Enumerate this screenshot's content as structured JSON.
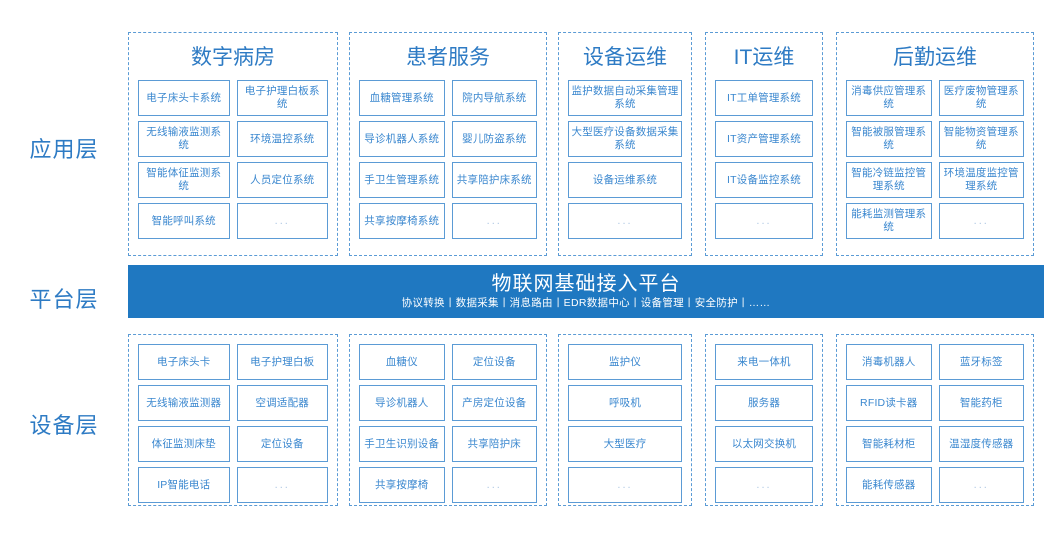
{
  "layers": {
    "application_label": "应用层",
    "platform_label": "平台层",
    "device_label": "设备层"
  },
  "platform": {
    "title": "物联网基础接入平台",
    "subtitle": "协议转换丨数据采集丨消息路由丨EDR数据中心丨设备管理丨安全防护丨……",
    "background_color": "#1F78C1",
    "text_color": "#FFFFFF"
  },
  "theme": {
    "accent": "#2E7BC4",
    "box_border": "#5B9BD5",
    "box_text": "#3A87CF",
    "dots_color": "#AFC8E3",
    "dots_text": "..."
  },
  "application_groups": [
    {
      "title": "数字病房",
      "columns": 2,
      "items": [
        "电子床头卡系统",
        "电子护理白板系统",
        "无线输液监测系统",
        "环境温控系统",
        "智能体征监测系统",
        "人员定位系统",
        "智能呼叫系统",
        "..."
      ]
    },
    {
      "title": "患者服务",
      "columns": 2,
      "items": [
        "血糖管理系统",
        "院内导航系统",
        "导诊机器人系统",
        "婴儿防盗系统",
        "手卫生管理系统",
        "共享陪护床系统",
        "共享按摩椅系统",
        "..."
      ]
    },
    {
      "title": "设备运维",
      "columns": 1,
      "items": [
        "监护数据自动采集管理系统",
        "大型医疗设备数据采集系统",
        "设备运维系统",
        "..."
      ]
    },
    {
      "title": "IT运维",
      "columns": 1,
      "items": [
        "IT工单管理系统",
        "IT资产管理系统",
        "IT设备监控系统",
        "..."
      ]
    },
    {
      "title": "后勤运维",
      "columns": 2,
      "items": [
        "消毒供应管理系统",
        "医疗废物管理系统",
        "智能被服管理系统",
        "智能物资管理系统",
        "智能冷链监控管理系统",
        "环境温度监控管理系统",
        "能耗监测管理系统",
        "..."
      ]
    }
  ],
  "device_groups": [
    {
      "columns": 2,
      "items": [
        "电子床头卡",
        "电子护理白板",
        "无线输液监测器",
        "空调适配器",
        "体征监测床垫",
        "定位设备",
        "IP智能电话",
        "..."
      ]
    },
    {
      "columns": 2,
      "items": [
        "血糖仪",
        "定位设备",
        "导诊机器人",
        "产房定位设备",
        "手卫生识别设备",
        "共享陪护床",
        "共享按摩椅",
        "..."
      ]
    },
    {
      "columns": 1,
      "items": [
        "监护仪",
        "呼吸机",
        "大型医疗",
        "..."
      ]
    },
    {
      "columns": 1,
      "items": [
        "来电一体机",
        "服务器",
        "以太网交换机",
        "..."
      ]
    },
    {
      "columns": 2,
      "items": [
        "消毒机器人",
        "蓝牙标签",
        "RFID读卡器",
        "智能药柜",
        "智能耗材柜",
        "温湿度传感器",
        "能耗传感器",
        "..."
      ]
    }
  ]
}
